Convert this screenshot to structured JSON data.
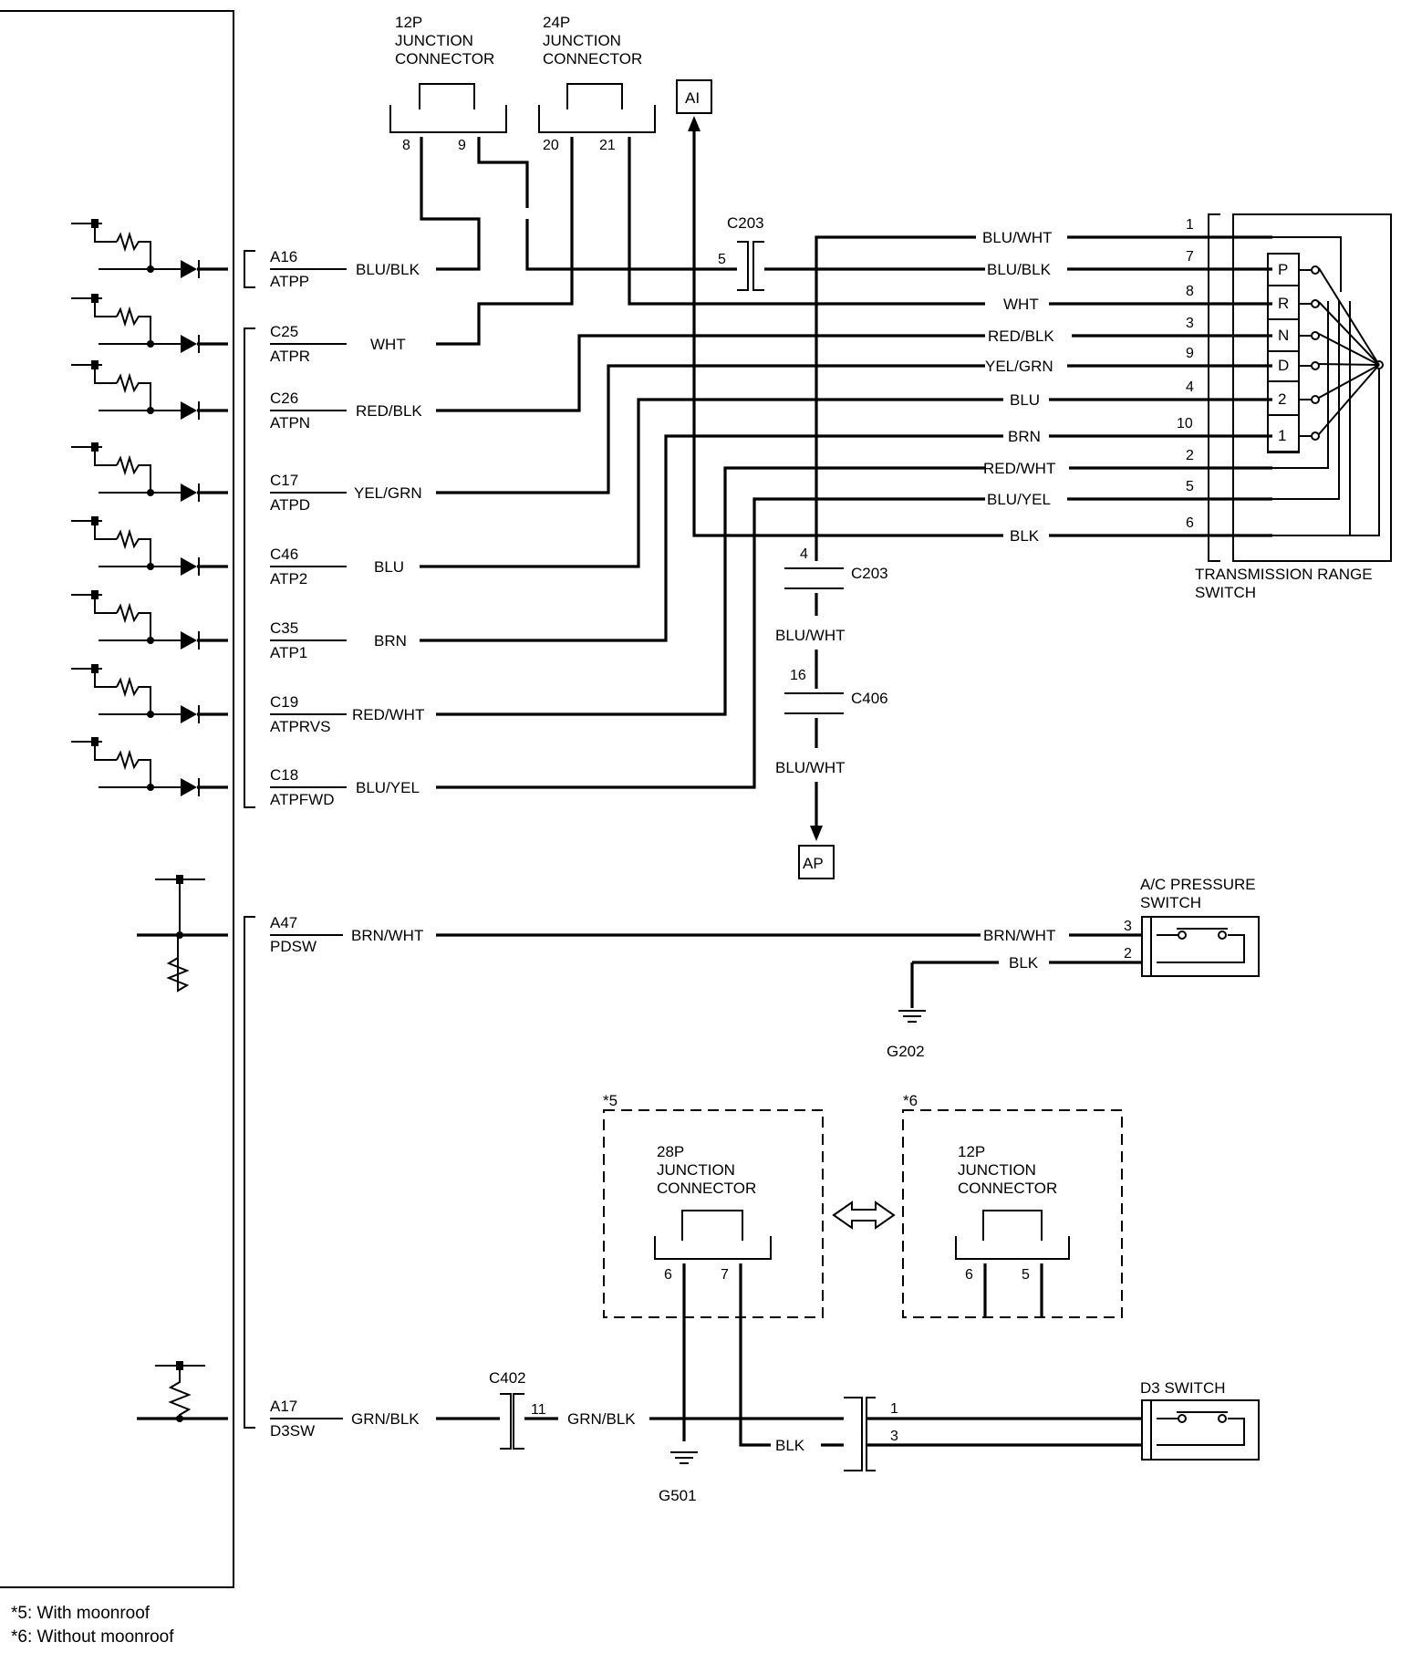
{
  "junction_connectors_top": [
    {
      "title": [
        "12P",
        "JUNCTION",
        "CONNECTOR"
      ],
      "pins": [
        "8",
        "9"
      ]
    },
    {
      "title": [
        "24P",
        "JUNCTION",
        "CONNECTOR"
      ],
      "pins": [
        "20",
        "21"
      ]
    }
  ],
  "arrow_labels": {
    "ai": "AI",
    "ap": "AP"
  },
  "top_wire_label": "BLU/BLK",
  "c203_label": "C203",
  "c203_pin_5": "5",
  "ecm_inputs": [
    {
      "pin": "A16",
      "signal": "ATPP",
      "wire": "BLU/BLK"
    },
    {
      "pin": "C25",
      "signal": "ATPR",
      "wire": "WHT"
    },
    {
      "pin": "C26",
      "signal": "ATPN",
      "wire": "RED/BLK"
    },
    {
      "pin": "C17",
      "signal": "ATPD",
      "wire": "YEL/GRN"
    },
    {
      "pin": "C46",
      "signal": "ATP2",
      "wire": "BLU"
    },
    {
      "pin": "C35",
      "signal": "ATP1",
      "wire": "BRN"
    },
    {
      "pin": "C19",
      "signal": "ATPRVS",
      "wire": "RED/WHT"
    },
    {
      "pin": "C18",
      "signal": "ATPFWD",
      "wire": "BLU/YEL"
    }
  ],
  "transmission_range_switch": {
    "title": [
      "TRANSMISSION RANGE",
      "SWITCH"
    ],
    "terminals": [
      {
        "wire": "BLU/WHT",
        "pin": "1"
      },
      {
        "wire": "BLU/BLK",
        "pin": "7"
      },
      {
        "wire": "WHT",
        "pin": "8"
      },
      {
        "wire": "RED/BLK",
        "pin": "3"
      },
      {
        "wire": "YEL/GRN",
        "pin": "9"
      },
      {
        "wire": "BLU",
        "pin": "4"
      },
      {
        "wire": "BRN",
        "pin": "10"
      },
      {
        "wire": "RED/WHT",
        "pin": "2"
      },
      {
        "wire": "BLU/YEL",
        "pin": "5"
      },
      {
        "wire": "BLK",
        "pin": "6"
      }
    ],
    "positions": [
      "P",
      "R",
      "N",
      "D",
      "2",
      "1"
    ]
  },
  "vertical_branch": {
    "c203_pin": "4",
    "c203_label": "C203",
    "wire1": "BLU/WHT",
    "c406_pin": "16",
    "c406_label": "C406",
    "wire2": "BLU/WHT"
  },
  "pdsw": {
    "pin": "A47",
    "signal": "PDSW",
    "wire": "BRN/WHT",
    "switch_title": [
      "A/C PRESSURE",
      "SWITCH"
    ],
    "switch_wire_3": "BRN/WHT",
    "switch_pin_3": "3",
    "switch_wire_2": "BLK",
    "switch_pin_2": "2",
    "ground": "G202"
  },
  "options": {
    "left": {
      "tag": "*5",
      "title": [
        "28P",
        "JUNCTION",
        "CONNECTOR"
      ],
      "pins": [
        "6",
        "7"
      ]
    },
    "right": {
      "tag": "*6",
      "title": [
        "12P",
        "JUNCTION",
        "CONNECTOR"
      ],
      "pins": [
        "6",
        "5"
      ]
    }
  },
  "d3sw": {
    "pin": "A17",
    "signal": "D3SW",
    "wire": "GRN/BLK",
    "c402_label": "C402",
    "c402_pin": "11",
    "wire2": "GRN/BLK",
    "ground": "G501",
    "blk_wire": "BLK",
    "switch_title": "D3 SWITCH",
    "switch_pin_1": "1",
    "switch_pin_3": "3"
  },
  "footnotes": [
    "*5: With moonroof",
    "*6: Without moonroof"
  ]
}
